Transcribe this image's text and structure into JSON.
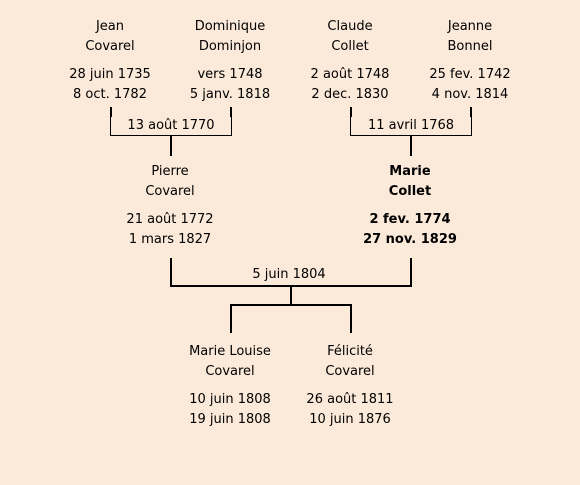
{
  "grandparents": {
    "paternal_grandfather": {
      "first": "Jean",
      "last": "Covarel",
      "birth": "28 juin 1735",
      "death": "8 oct. 1782"
    },
    "paternal_grandmother": {
      "first": "Dominique",
      "last": "Dominjon",
      "birth": "vers 1748",
      "death": "5 janv. 1818"
    },
    "maternal_grandfather": {
      "first": "Claude",
      "last": "Collet",
      "birth": "2 août 1748",
      "death": "2 dec. 1830"
    },
    "maternal_grandmother": {
      "first": "Jeanne",
      "last": "Bonnel",
      "birth": "25 fev. 1742",
      "death": "4 nov. 1814"
    }
  },
  "marriages": {
    "paternal": "13 août 1770",
    "maternal": "11 avril 1768",
    "parents": "5 juin 1804"
  },
  "parents": {
    "father": {
      "first": "Pierre",
      "last": "Covarel",
      "birth": "21 août 1772",
      "death": "1 mars 1827"
    },
    "mother": {
      "first": "Marie",
      "last": "Collet",
      "birth": "2 fev. 1774",
      "death": "27 nov. 1829"
    }
  },
  "children": [
    {
      "first": "Marie Louise",
      "last": "Covarel",
      "birth": "10 juin 1808",
      "death": "19 juin 1808"
    },
    {
      "first": "Félicité",
      "last": "Covarel",
      "birth": "26 août 1811",
      "death": "10 juin 1876"
    }
  ]
}
